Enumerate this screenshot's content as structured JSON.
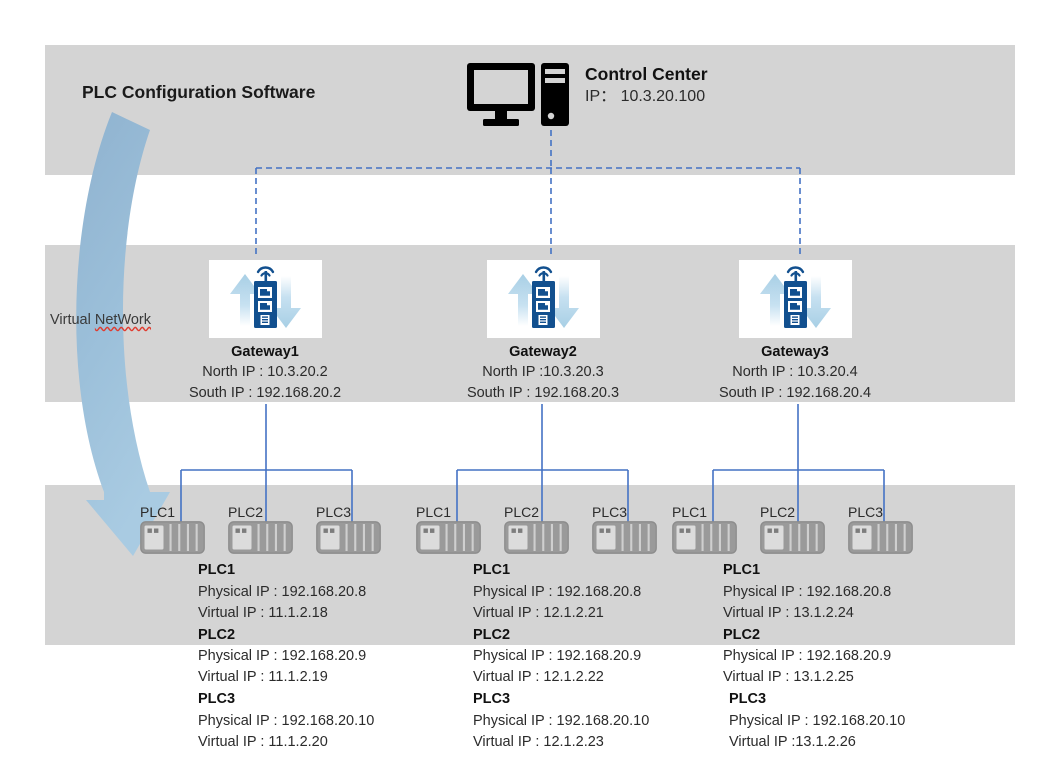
{
  "diagram": {
    "title_left": "PLC Configuration Software",
    "virtual_network_label_prefix": "Virtual ",
    "virtual_network_label_misspelled": "NetWork",
    "colors": {
      "band_gray": "#d4d4d4",
      "dashed_link_blue": "#4472c4",
      "solid_link_blue": "#4472c4",
      "gateway_icon_blue": "#1f5campaign",
      "gateway_icon_dark_blue": "#12508f",
      "gateway_arrow_blue": "#a8cfe5",
      "big_arrow_blue": "#9cbdd8",
      "plc_body_gray": "#9a9a9a",
      "plc_panel_gray": "#d8d8d8",
      "background": "#ffffff"
    }
  },
  "control_center": {
    "icon": "desktop-computer-icon",
    "name": "Control Center",
    "ip_label": "IP：",
    "ip_value": "10.3.20.100",
    "ip_full": "IP：  10.3.20.100"
  },
  "gateways": [
    {
      "id": "gateway1",
      "icon": "wireless-gateway-icon",
      "name": "Gateway1",
      "north_ip": "North IP : 10.3.20.2",
      "south_ip": "South IP : 192.168.20.2"
    },
    {
      "id": "gateway2",
      "icon": "wireless-gateway-icon",
      "name": "Gateway2",
      "north_ip": "North IP :10.3.20.3",
      "south_ip": "South IP : 192.168.20.3"
    },
    {
      "id": "gateway3",
      "icon": "wireless-gateway-icon",
      "name": "Gateway3",
      "north_ip": "North IP : 10.3.20.4",
      "south_ip": "South IP : 192.168.20.4"
    }
  ],
  "plc_groups": [
    {
      "gateway": "Gateway1",
      "captions": [
        "PLC1",
        "PLC2",
        "PLC3"
      ],
      "details": [
        {
          "name": "PLC1",
          "physical_ip": "Physical IP : 192.168.20.8",
          "virtual_ip": "Virtual IP : 11.1.2.18",
          "indent": false
        },
        {
          "name": "PLC2",
          "physical_ip": "Physical IP : 192.168.20.9",
          "virtual_ip": "Virtual IP : 11.1.2.19",
          "indent": false
        },
        {
          "name": "PLC3",
          "physical_ip": "Physical IP : 192.168.20.10",
          "virtual_ip": "Virtual IP : 11.1.2.20",
          "indent": false
        }
      ]
    },
    {
      "gateway": "Gateway2",
      "captions": [
        "PLC1",
        "PLC2",
        "PLC3"
      ],
      "details": [
        {
          "name": "PLC1",
          "physical_ip": "Physical IP : 192.168.20.8",
          "virtual_ip": "Virtual IP : 12.1.2.21",
          "indent": false
        },
        {
          "name": "PLC2",
          "physical_ip": "Physical IP : 192.168.20.9",
          "virtual_ip": "Virtual IP : 12.1.2.22",
          "indent": false
        },
        {
          "name": "PLC3",
          "physical_ip": "Physical IP : 192.168.20.10",
          "virtual_ip": "Virtual IP : 12.1.2.23",
          "indent": false
        }
      ]
    },
    {
      "gateway": "Gateway3",
      "captions": [
        "PLC1",
        "PLC2",
        "PLC3"
      ],
      "details": [
        {
          "name": "PLC1",
          "physical_ip": "Physical IP : 192.168.20.8",
          "virtual_ip": "Virtual IP : 13.1.2.24",
          "indent": false
        },
        {
          "name": "PLC2",
          "physical_ip": "Physical IP : 192.168.20.9",
          "virtual_ip": "Virtual IP : 13.1.2.25",
          "indent": false
        },
        {
          "name": "PLC3",
          "physical_ip": "Physical IP : 192.168.20.10",
          "virtual_ip": "Virtual IP :13.1.2.26",
          "indent": true
        }
      ]
    }
  ]
}
